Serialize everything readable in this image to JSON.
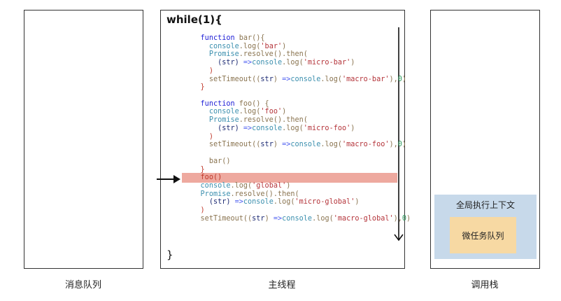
{
  "labels": {
    "message_queue": "消息队列",
    "main_thread": "主线程",
    "call_stack": "调用栈"
  },
  "main": {
    "title": "while(1){",
    "close": "}"
  },
  "call_stack": {
    "global_context": "全局执行上下文",
    "micro_queue": "微任务队列"
  },
  "code_lines": [
    [
      [
        "    ",
        "plain"
      ],
      [
        "function",
        "kw"
      ],
      [
        " bar(){",
        "fn"
      ]
    ],
    [
      [
        "      ",
        "plain"
      ],
      [
        "console",
        "obj"
      ],
      [
        ".log(",
        "fn"
      ],
      [
        "'bar'",
        "str"
      ],
      [
        ")",
        "fn"
      ]
    ],
    [
      [
        "      ",
        "plain"
      ],
      [
        "Promise",
        "obj"
      ],
      [
        ".resolve().then(",
        "fn"
      ]
    ],
    [
      [
        "        ",
        "plain"
      ],
      [
        "(str)",
        "pm"
      ],
      [
        " =>",
        "arrow"
      ],
      [
        "console",
        "obj"
      ],
      [
        ".log(",
        "fn"
      ],
      [
        "'micro-bar'",
        "str"
      ],
      [
        ")",
        "fn"
      ]
    ],
    [
      [
        "      ",
        "plain"
      ],
      [
        ")",
        "br"
      ]
    ],
    [
      [
        "      ",
        "plain"
      ],
      [
        "setTimeout((",
        "fn"
      ],
      [
        "str",
        "pm"
      ],
      [
        ") ",
        "fn"
      ],
      [
        "=>",
        "arrow"
      ],
      [
        "console",
        "obj"
      ],
      [
        ".log(",
        "fn"
      ],
      [
        "'macro-bar'",
        "str"
      ],
      [
        "),",
        "fn"
      ],
      [
        "0",
        "num"
      ],
      [
        ")",
        "fn"
      ]
    ],
    [
      [
        "    ",
        "plain"
      ],
      [
        "}",
        "br"
      ]
    ],
    [
      [
        "",
        "plain"
      ]
    ],
    [
      [
        "    ",
        "plain"
      ],
      [
        "function",
        "kw"
      ],
      [
        " foo() {",
        "fn"
      ]
    ],
    [
      [
        "      ",
        "plain"
      ],
      [
        "console",
        "obj"
      ],
      [
        ".log(",
        "fn"
      ],
      [
        "'foo'",
        "str"
      ],
      [
        ")",
        "fn"
      ]
    ],
    [
      [
        "      ",
        "plain"
      ],
      [
        "Promise",
        "obj"
      ],
      [
        ".resolve().then(",
        "fn"
      ]
    ],
    [
      [
        "        ",
        "plain"
      ],
      [
        "(str)",
        "pm"
      ],
      [
        " =>",
        "arrow"
      ],
      [
        "console",
        "obj"
      ],
      [
        ".log(",
        "fn"
      ],
      [
        "'micro-foo'",
        "str"
      ],
      [
        ")",
        "fn"
      ]
    ],
    [
      [
        "      ",
        "plain"
      ],
      [
        ")",
        "br"
      ]
    ],
    [
      [
        "      ",
        "plain"
      ],
      [
        "setTimeout((",
        "fn"
      ],
      [
        "str",
        "pm"
      ],
      [
        ") ",
        "fn"
      ],
      [
        "=>",
        "arrow"
      ],
      [
        "console",
        "obj"
      ],
      [
        ".log(",
        "fn"
      ],
      [
        "'macro-foo'",
        "str"
      ],
      [
        "),",
        "fn"
      ],
      [
        "0",
        "num"
      ],
      [
        ")",
        "fn"
      ]
    ],
    [
      [
        "",
        "plain"
      ]
    ],
    [
      [
        "      ",
        "plain"
      ],
      [
        "bar()",
        "fn"
      ]
    ],
    [
      [
        "    ",
        "plain"
      ],
      [
        "}",
        "br"
      ]
    ],
    [
      [
        "    ",
        "plain"
      ],
      [
        "foo()",
        "br"
      ]
    ],
    [
      [
        "    ",
        "plain"
      ],
      [
        "console",
        "obj"
      ],
      [
        ".log(",
        "fn"
      ],
      [
        "'global'",
        "str"
      ],
      [
        ")",
        "fn"
      ]
    ],
    [
      [
        "    ",
        "plain"
      ],
      [
        "Promise",
        "obj"
      ],
      [
        ".resolve().then(",
        "fn"
      ]
    ],
    [
      [
        "      ",
        "plain"
      ],
      [
        "(str)",
        "pm"
      ],
      [
        " =>",
        "arrow"
      ],
      [
        "console",
        "obj"
      ],
      [
        ".log(",
        "fn"
      ],
      [
        "'micro-global'",
        "str"
      ],
      [
        ")",
        "fn"
      ]
    ],
    [
      [
        "    ",
        "plain"
      ],
      [
        ")",
        "br"
      ]
    ],
    [
      [
        "    ",
        "plain"
      ],
      [
        "setTimeout((",
        "fn"
      ],
      [
        "str",
        "pm"
      ],
      [
        ") ",
        "fn"
      ],
      [
        "=>",
        "arrow"
      ],
      [
        "console",
        "obj"
      ],
      [
        ".log(",
        "fn"
      ],
      [
        "'macro-global'",
        "str"
      ],
      [
        "),",
        "fn"
      ],
      [
        "0",
        "num"
      ],
      [
        ")",
        "fn"
      ]
    ]
  ]
}
